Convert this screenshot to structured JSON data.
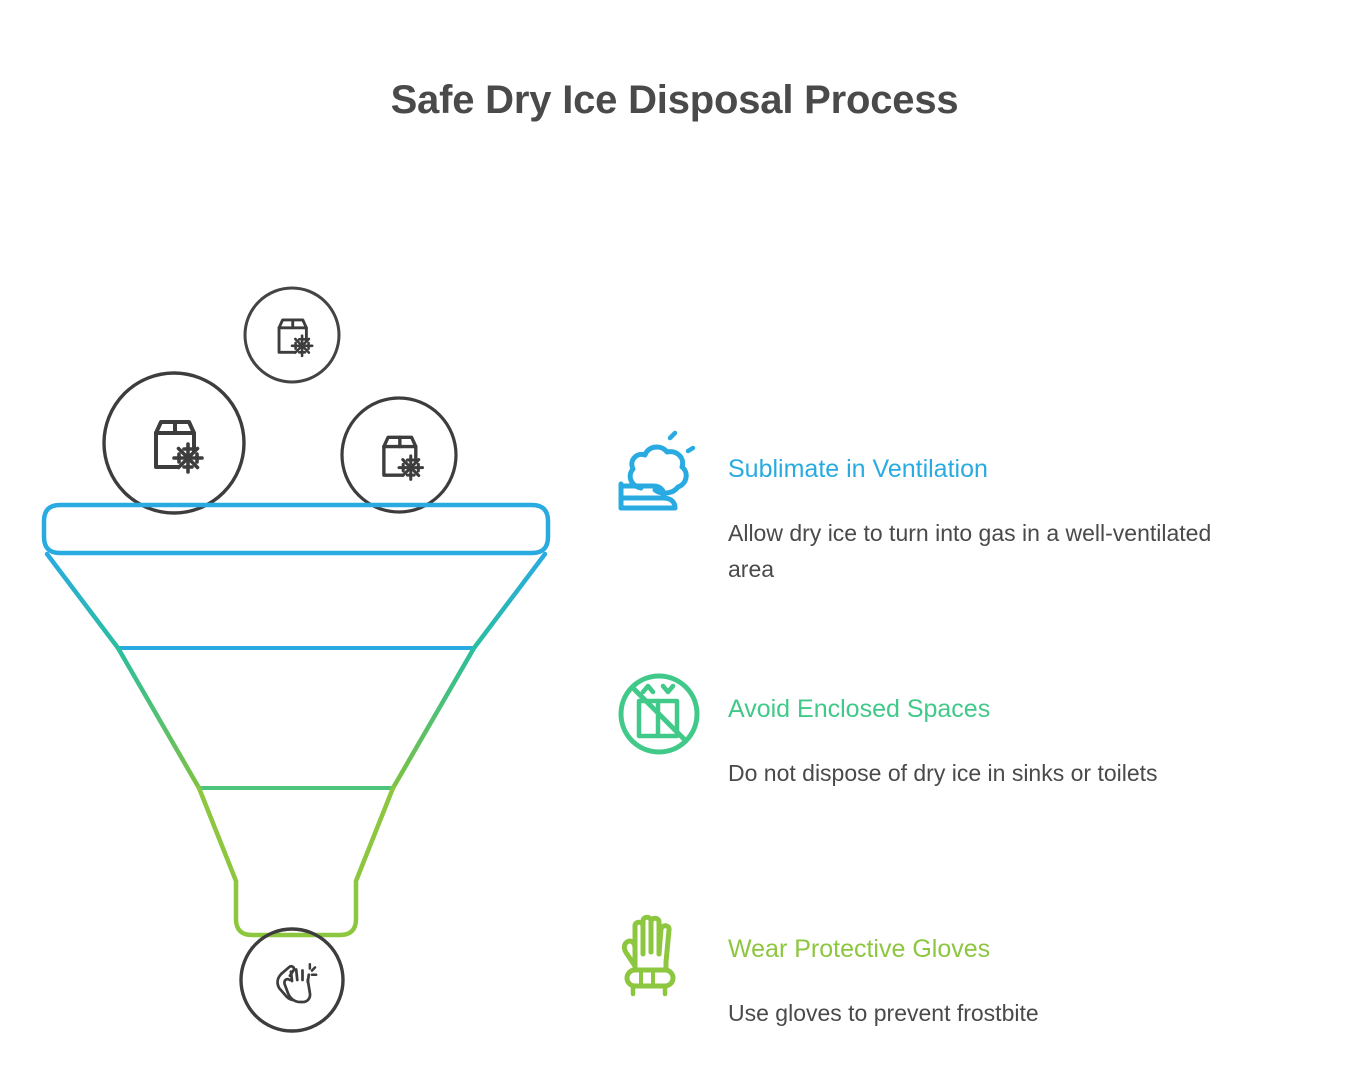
{
  "title": "Safe Dry Ice Disposal Process",
  "colors": {
    "title": "#4a4a4a",
    "body_text": "#4a4a4a",
    "blue": "#29ABE2",
    "green": "#41C98A",
    "yellow_green": "#8DC63F",
    "icon_outline": "#444444",
    "background": "#ffffff"
  },
  "funnel": {
    "name": "dry-ice-disposal-funnel",
    "input_icons": [
      {
        "name": "dry-ice-box-icon-left",
        "label": "box-with-snowflake"
      },
      {
        "name": "dry-ice-box-icon-top",
        "label": "box-with-snowflake"
      },
      {
        "name": "dry-ice-box-icon-right",
        "label": "box-with-snowflake"
      }
    ],
    "output_icon": {
      "name": "clapping-hands-icon",
      "label": "clapping-hands"
    },
    "stages": [
      {
        "name": "funnel-stage-sublimate",
        "color": "#29ABE2"
      },
      {
        "name": "funnel-stage-avoid-enclosed",
        "color": "#41C98A"
      },
      {
        "name": "funnel-stage-gloves",
        "color": "#8DC63F"
      }
    ]
  },
  "steps": [
    {
      "icon": "ventilation-cloud-icon",
      "heading": "Sublimate in Ventilation",
      "description": "Allow dry ice to turn into gas in a well-ventilated area",
      "color": "#29ABE2"
    },
    {
      "icon": "no-elevator-icon",
      "heading": "Avoid Enclosed Spaces",
      "description": "Do not dispose of dry ice in sinks or toilets",
      "color": "#41C98A"
    },
    {
      "icon": "protective-glove-icon",
      "heading": "Wear Protective Gloves",
      "description": "Use gloves to prevent frostbite",
      "color": "#8DC63F"
    }
  ]
}
